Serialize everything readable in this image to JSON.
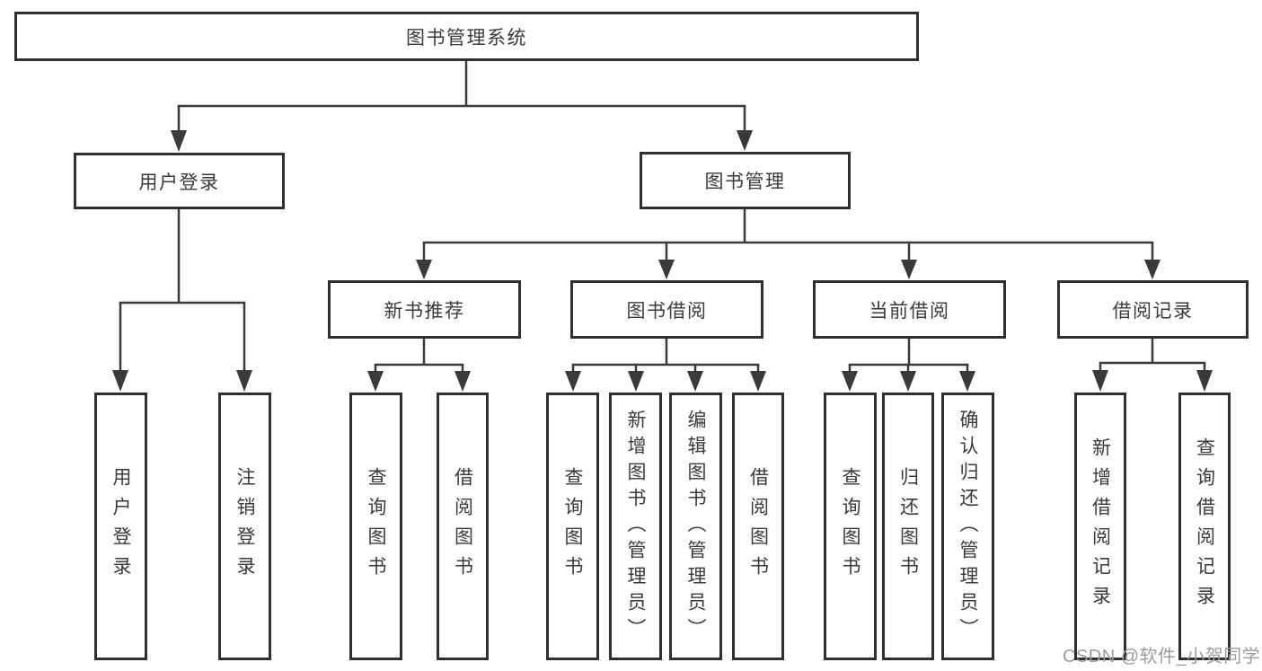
{
  "tree": {
    "root": {
      "label": "图书管理系统"
    },
    "level2": [
      {
        "label": "用户登录"
      },
      {
        "label": "图书管理"
      }
    ],
    "level3": [
      {
        "label": "新书推荐"
      },
      {
        "label": "图书借阅"
      },
      {
        "label": "当前借阅"
      },
      {
        "label": "借阅记录"
      }
    ],
    "leaves": {
      "user_login": [
        {
          "label": "用户登录"
        },
        {
          "label": "注销登录"
        }
      ],
      "new_book": [
        {
          "label": "查询图书"
        },
        {
          "label": "借阅图书"
        }
      ],
      "book_borrow": [
        {
          "label": "查询图书"
        },
        {
          "label": "新增图书（管理员）"
        },
        {
          "label": "编辑图书（管理员）"
        },
        {
          "label": "借阅图书"
        }
      ],
      "current_borrow": [
        {
          "label": "查询图书"
        },
        {
          "label": "归还图书"
        },
        {
          "label": "确认归还（管理员）"
        }
      ],
      "borrow_record": [
        {
          "label": "新增借阅记录"
        },
        {
          "label": "查询借阅记录"
        }
      ]
    }
  },
  "watermark": {
    "text": "CSDN @软件_小贺同学"
  },
  "colors": {
    "line": "#3a3a3a",
    "border": "#2f2f2f",
    "text": "#3a3a3a",
    "background": "#ffffff",
    "watermark": "#9c9c9c"
  }
}
